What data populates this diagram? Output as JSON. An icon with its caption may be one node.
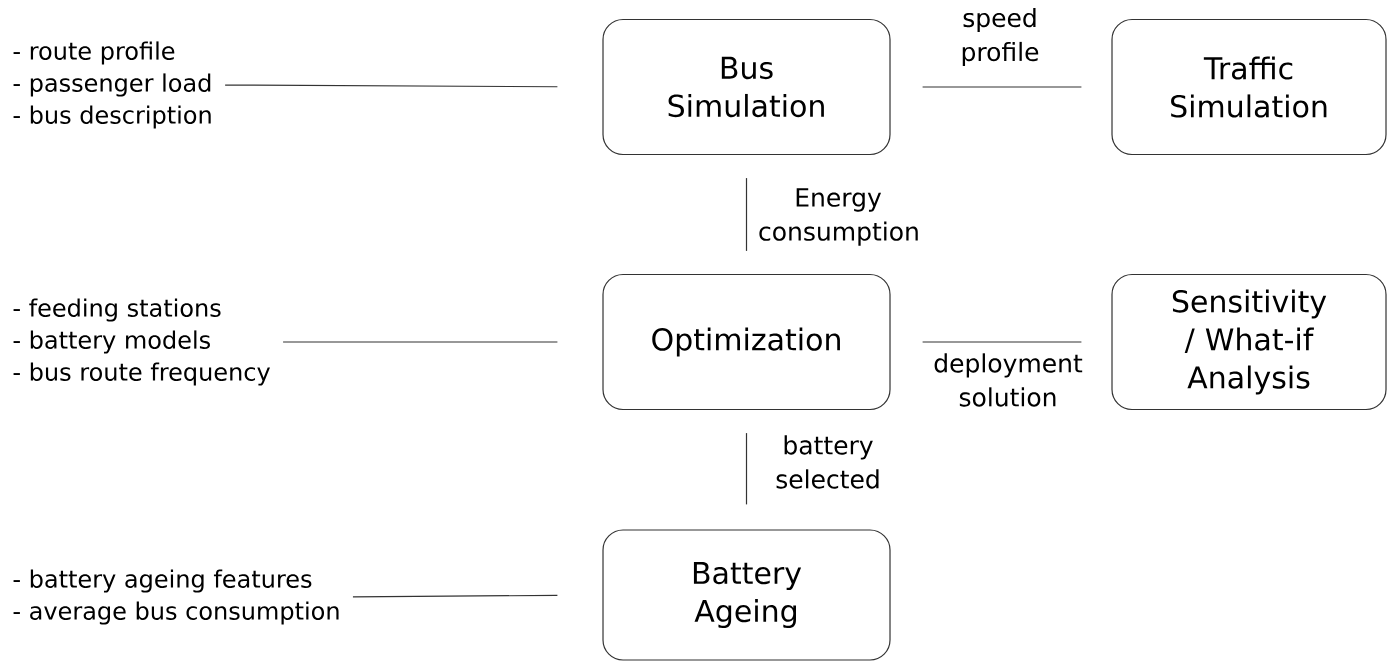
{
  "diagram": {
    "nodes": [
      {
        "text": [
          "- route profile",
          "- passenger load",
          "- bus description"
        ]
      },
      {
        "text": [
          "Bus Simulation"
        ]
      },
      {
        "text": [
          "Traffic Simulation"
        ]
      },
      {
        "text": [
          "- feeding stations",
          "- battery models",
          "- bus route frequency"
        ]
      },
      {
        "text": [
          "Optimization"
        ]
      },
      {
        "text": [
          "Sensitivity / What-if Analysis"
        ]
      },
      {
        "text": [
          "- battery ageing features",
          "- average bus consumption"
        ]
      },
      {
        "text": [
          "Battery Ageing"
        ]
      }
    ],
    "edges": [
      {
        "from": 0,
        "to": 1,
        "arrow": "none"
      },
      {
        "from": 1,
        "to": 2,
        "arrow": "none",
        "label": "speed profile"
      },
      {
        "from": 1,
        "to": 4,
        "arrow": "none",
        "label": "Energy consumption"
      },
      {
        "from": 3,
        "to": 4,
        "arrow": "none"
      },
      {
        "from": 4,
        "to": 5,
        "arrow": "none",
        "label": "deployment solution"
      },
      {
        "from": 4,
        "to": 7,
        "arrow": "none",
        "label": "battery selected"
      },
      {
        "from": 6,
        "to": 7,
        "arrow": "none"
      }
    ]
  }
}
